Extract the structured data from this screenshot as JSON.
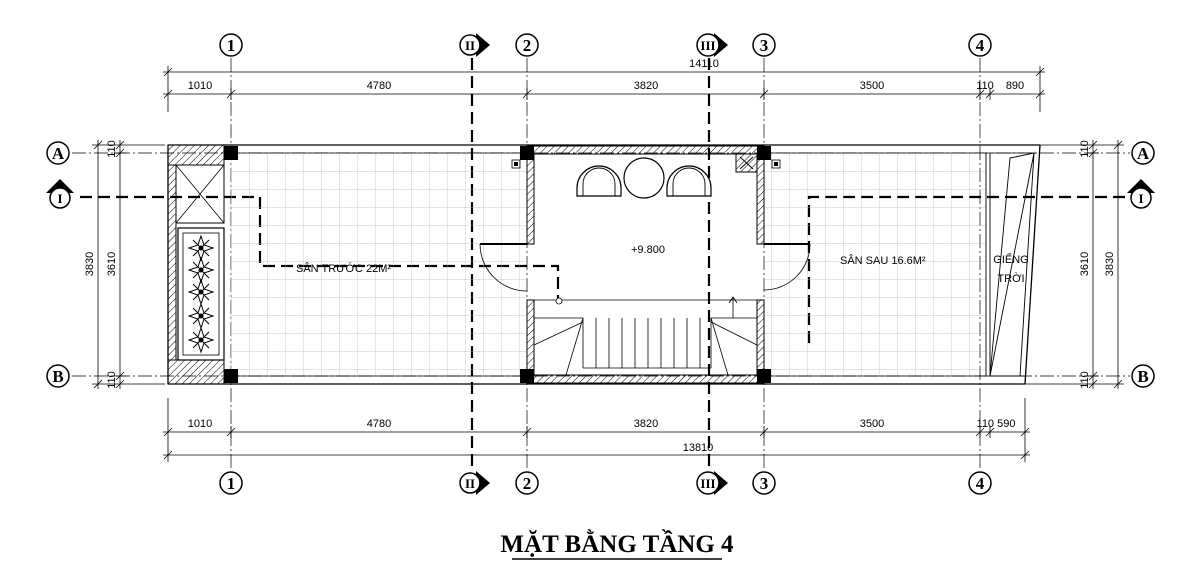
{
  "title": "MẶT BẰNG TẦNG 4",
  "axes": {
    "col_1": "1",
    "col_2": "2",
    "col_3": "3",
    "col_4": "4",
    "row_a": "A",
    "row_b": "B"
  },
  "sections": {
    "s1": "I",
    "s2": "II",
    "s3": "III"
  },
  "dims_top": {
    "total": "14110",
    "d1": "1010",
    "d2": "4780",
    "d3": "3820",
    "d4": "3500",
    "d5": "110",
    "d6": "890"
  },
  "dims_bottom": {
    "total": "13810",
    "d1": "1010",
    "d2": "4780",
    "d3": "3820",
    "d4": "3500",
    "d5": "110 590"
  },
  "dims_side": {
    "outer": "3830",
    "inner": "3610",
    "edge_top": "110",
    "edge_bottom": "110"
  },
  "rooms": {
    "front_yard": "SÂN TRƯỚC 22M²",
    "back_yard": "SÂN SAU 16.6M²",
    "elevation": "+9.800",
    "lightwell_line1": "GIẾNG",
    "lightwell_line2": "TRỜI"
  }
}
